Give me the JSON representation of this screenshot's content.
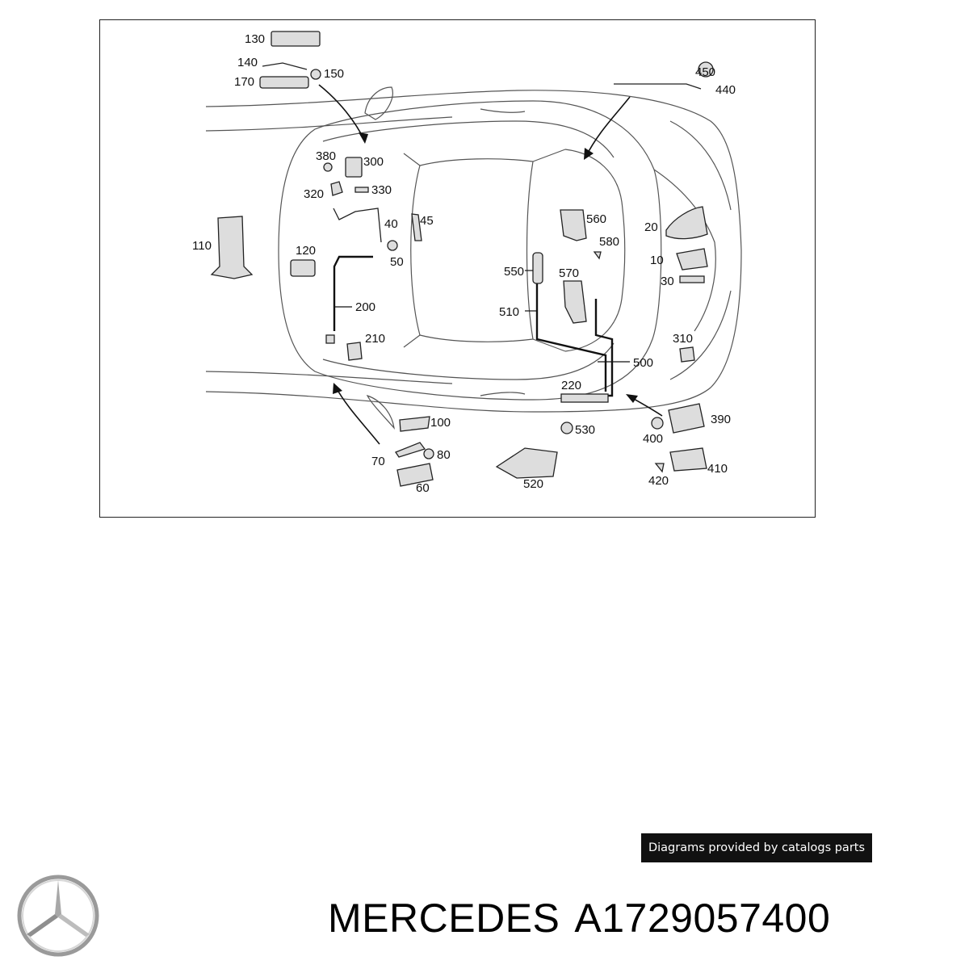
{
  "diagram": {
    "callouts": {
      "c10": "10",
      "c20": "20",
      "c30": "30",
      "c40": "40",
      "c45": "45",
      "c50": "50",
      "c60": "60",
      "c70": "70",
      "c80": "80",
      "c100": "100",
      "c110": "110",
      "c120": "120",
      "c130": "130",
      "c140": "140",
      "c150": "150",
      "c170": "170",
      "c200": "200",
      "c210": "210",
      "c220": "220",
      "c300": "300",
      "c310": "310",
      "c320": "320",
      "c330": "330",
      "c380": "380",
      "c390": "390",
      "c400": "400",
      "c410": "410",
      "c420": "420",
      "c440": "440",
      "c450": "450",
      "c500": "500",
      "c510": "510",
      "c520": "520",
      "c530": "530",
      "c550": "550",
      "c560": "560",
      "c570": "570",
      "c580": "580"
    }
  },
  "credit": {
    "text": "Diagrams provided by catalogs parts"
  },
  "footer": {
    "brand": "MERCEDES",
    "part_number": "A1729057400",
    "logo_icon": "mercedes-star-logo"
  }
}
